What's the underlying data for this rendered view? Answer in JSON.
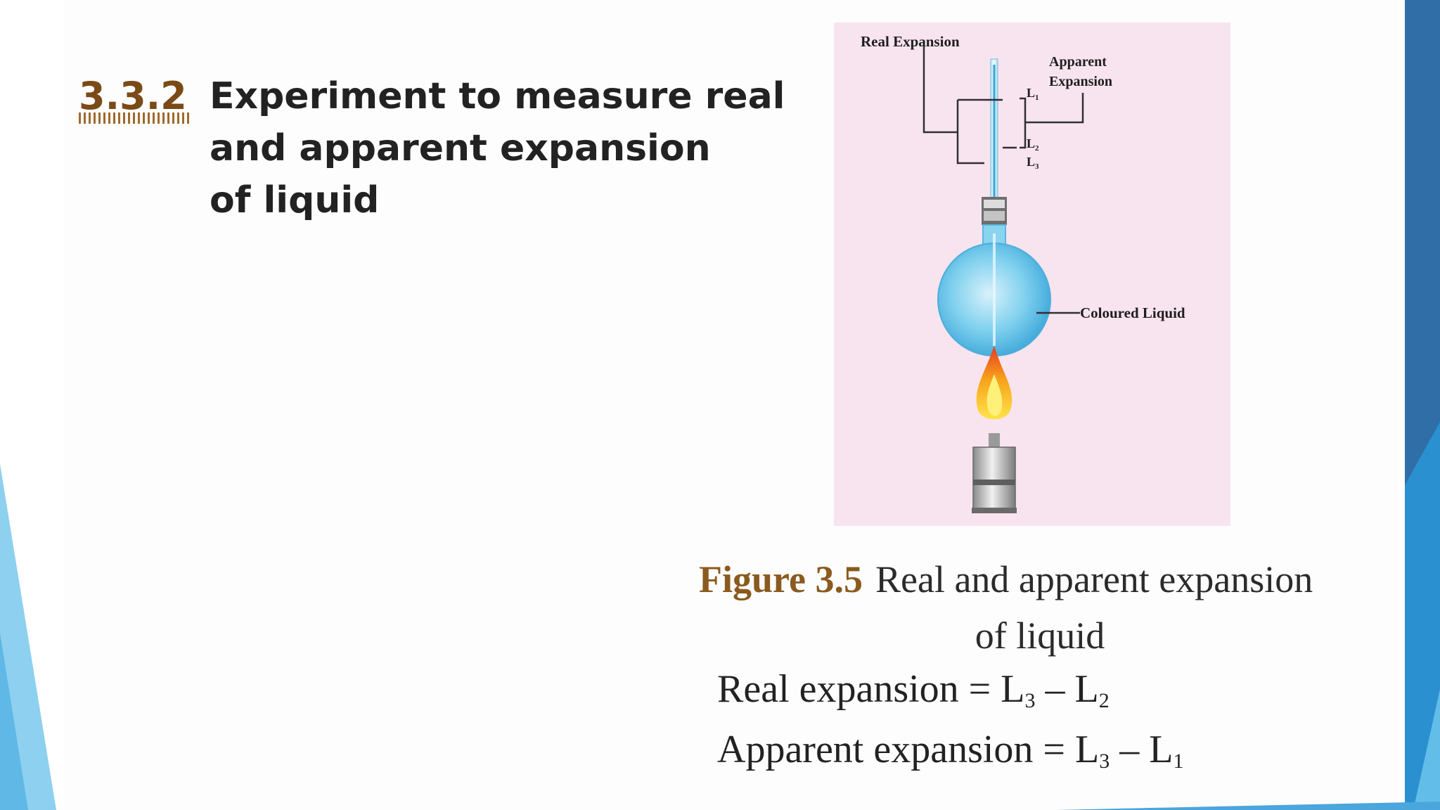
{
  "section": {
    "number": "3.3.2",
    "title_lines": [
      "Experiment to measure real",
      "and apparent expansion",
      "of liquid"
    ]
  },
  "figure": {
    "labels": {
      "real_expansion": "Real Expansion",
      "apparent_line1": "Apparent",
      "apparent_line2": "Expansion",
      "l1": "L",
      "l1_sub": "1",
      "l2": "L",
      "l2_sub": "2",
      "l3": "L",
      "l3_sub": "3",
      "coloured_liquid": "Coloured Liquid"
    }
  },
  "caption": {
    "figure_number": "Figure 3.5",
    "text_line1": "Real and apparent expansion",
    "text_line2": "of liquid"
  },
  "equations": {
    "real": {
      "label": "Real expansion = L",
      "a_sub": "3",
      "minus": " – L",
      "b_sub": "2"
    },
    "apparent": {
      "label": "Apparent expansion = L",
      "a_sub": "3",
      "minus": " – L",
      "b_sub": "1"
    }
  },
  "colors": {
    "figure_bg": "#f8e4ef",
    "accent_blue": "#2a7fc0",
    "heading_brown": "#7a4a17"
  }
}
